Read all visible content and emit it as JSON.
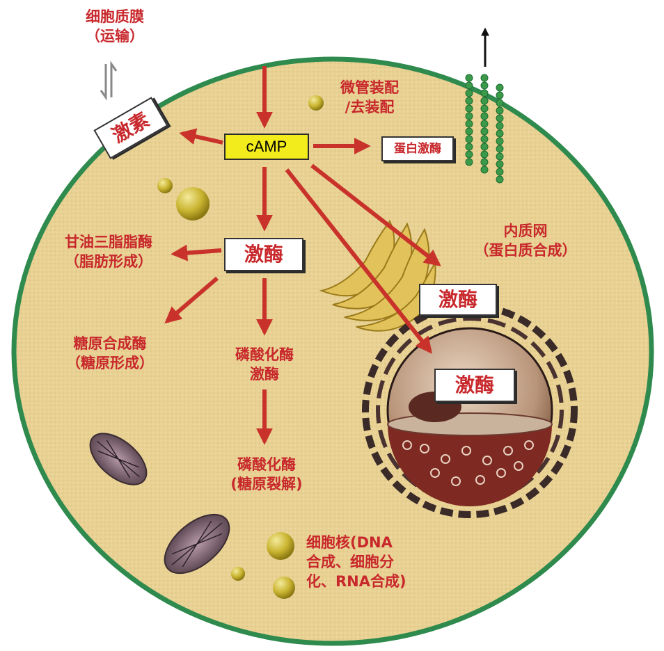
{
  "labels": {
    "membrane_line1": "细胞质膜",
    "membrane_line2": "（运输）",
    "hormone": "激素",
    "camp": "cAMP",
    "microtubule_line1": "微管装配",
    "microtubule_line2": "/去装配",
    "protein_kinase": "蛋白激酶",
    "er_line1": "内质网",
    "er_line2": "（蛋白质合成）",
    "kinase_center": "激酶",
    "kinase_er": "激酶",
    "kinase_nucleus": "激酶",
    "lipase_line1": "甘油三脂脂酶",
    "lipase_line2": "（脂肪形成）",
    "glycogen_synthase_line1": "糖原合成酶",
    "glycogen_synthase_line2": "（糖原形成）",
    "phosphorylase_kinase_line1": "磷酸化酶",
    "phosphorylase_kinase_line2": "激酶",
    "phosphorylase_line1": "磷酸化酶",
    "phosphorylase_line2": "(糖原裂解)",
    "nucleus_line1": "细胞核(DNA",
    "nucleus_line2": "合成、细胞分",
    "nucleus_line3": "化、RNA合成)"
  },
  "colors": {
    "cytoplasm": "#e8d193",
    "membrane": "#2f8a4e",
    "arrow": "#c8322a",
    "label_text": "#c8282c",
    "camp_box": "#f2ec1c",
    "microtubule": "#3a9a4a"
  }
}
